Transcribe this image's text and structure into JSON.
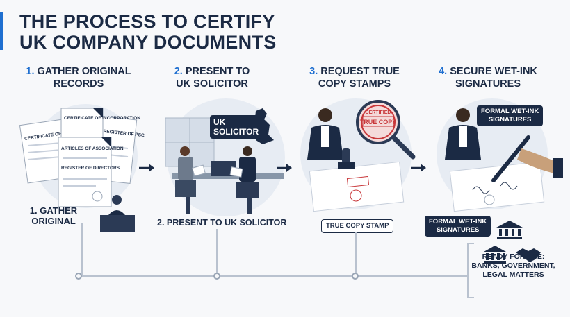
{
  "title": {
    "line1": "THE PROCESS TO CERTIFY",
    "line2": "UK COMPANY DOCUMENTS"
  },
  "steps": [
    {
      "num": "1.",
      "line1": "GATHER ORIGINAL",
      "line2": "RECORDS"
    },
    {
      "num": "2.",
      "line1": "PRESENT TO",
      "line2": "UK SOLICITOR"
    },
    {
      "num": "3.",
      "line1": "REQUEST TRUE",
      "line2": "COPY STAMPS"
    },
    {
      "num": "4.",
      "line1": "SECURE WET-INK",
      "line2": "SIGNATURES"
    }
  ],
  "documents": {
    "cert_incorporation_a": "CERTIFICATE OF INCORPORATION",
    "cert_incorporation_b": "CERTIFICATE OF INCORPORATION",
    "register_pscs": "REGISTER OF PSCS",
    "articles": "ARTICLES OF ASSOCIATION",
    "register_directors": "REGISTER OF DIRECTORS"
  },
  "step1_caption": {
    "line1": "1. GATHER",
    "line2": "ORIGINAL"
  },
  "uk_badge": {
    "line1": "UK",
    "line2": "SOLICITOR"
  },
  "step2_caption": "2. PRESENT TO UK SOLICITOR",
  "stamp": {
    "top": "CERTIFIED",
    "main": "TRUE COPY"
  },
  "step3_label": "TRUE COPY STAMP",
  "step4_label_top": {
    "line1": "FORMAL WET-INK",
    "line2": "SIGNATURES"
  },
  "step4_label_bottom": {
    "line1": "FORMAL WET-INK",
    "line2": "SIGNATURES"
  },
  "ready": {
    "line1": "READY FOR USE:",
    "line2": "BANKS, GOVERNMENT,",
    "line3": "LEGAL MATTERS"
  },
  "icons": [
    "bank-icon",
    "government-building-icon",
    "handshake-icon",
    "arrow-right-icon",
    "magnifier-icon",
    "pen-icon",
    "uk-map-icon"
  ],
  "colors": {
    "navy": "#1b2a44",
    "accent": "#1f6fd0",
    "stamp_red": "#c8373a",
    "circle": "#e7ecf3"
  }
}
